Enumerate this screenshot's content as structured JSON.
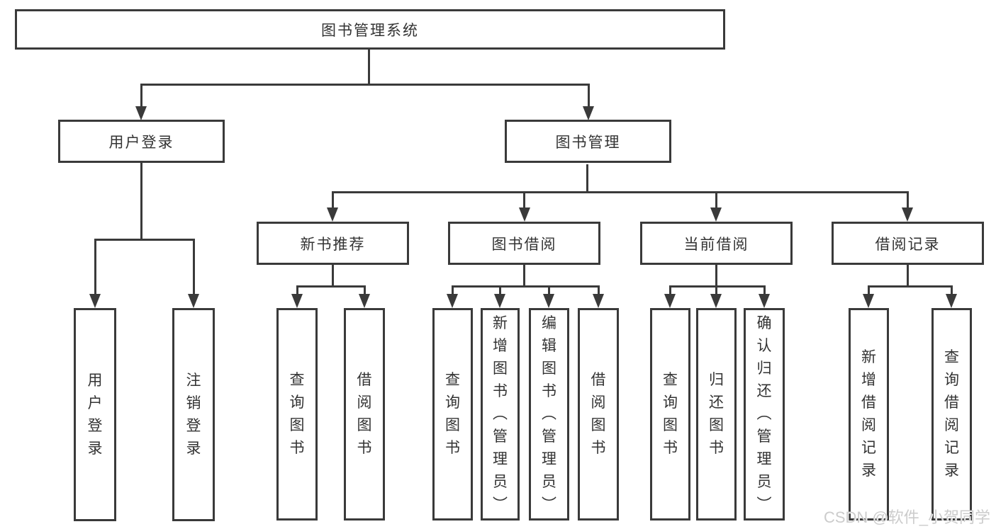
{
  "diagram": {
    "root": {
      "label": "图书管理系统"
    },
    "branches": [
      {
        "label": "用户登录",
        "children": [
          {
            "label": "用户登录"
          },
          {
            "label": "注销登录"
          }
        ]
      },
      {
        "label": "图书管理",
        "children": [
          {
            "label": "新书推荐",
            "children": [
              {
                "label": "查询图书"
              },
              {
                "label": "借阅图书"
              }
            ]
          },
          {
            "label": "图书借阅",
            "children": [
              {
                "label": "查询图书"
              },
              {
                "label": "新增图书（管理员）"
              },
              {
                "label": "编辑图书（管理员）"
              },
              {
                "label": "借阅图书"
              }
            ]
          },
          {
            "label": "当前借阅",
            "children": [
              {
                "label": "查询图书"
              },
              {
                "label": "归还图书"
              },
              {
                "label": "确认归还（管理员）"
              }
            ]
          },
          {
            "label": "借阅记录",
            "children": [
              {
                "label": "新增借阅记录"
              },
              {
                "label": "查询借阅记录"
              }
            ]
          }
        ]
      }
    ]
  },
  "watermark": {
    "text": "CSDN @软件_小贺同学"
  },
  "colors": {
    "line": "#3a3a3a",
    "text": "#333333",
    "watermark": "#cccccc",
    "background": "#ffffff"
  }
}
